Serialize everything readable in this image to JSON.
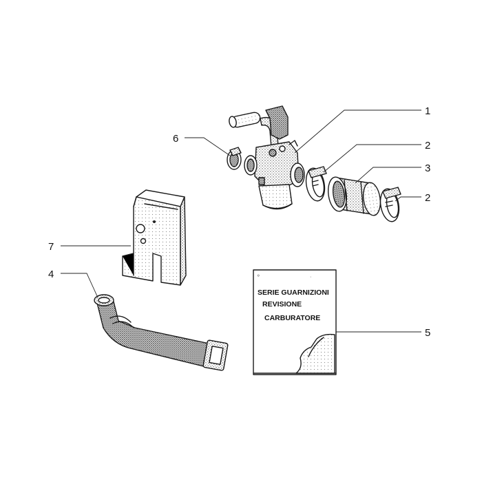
{
  "callouts": {
    "c1": "1",
    "c2a": "2",
    "c3": "3",
    "c2b": "2",
    "c6": "6",
    "c7": "7",
    "c4": "4",
    "c5": "5"
  },
  "kit_card": {
    "line1": "SERIE GUARNIZIONI",
    "line2": "REVISIONE",
    "line3": "CARBURATORE"
  }
}
